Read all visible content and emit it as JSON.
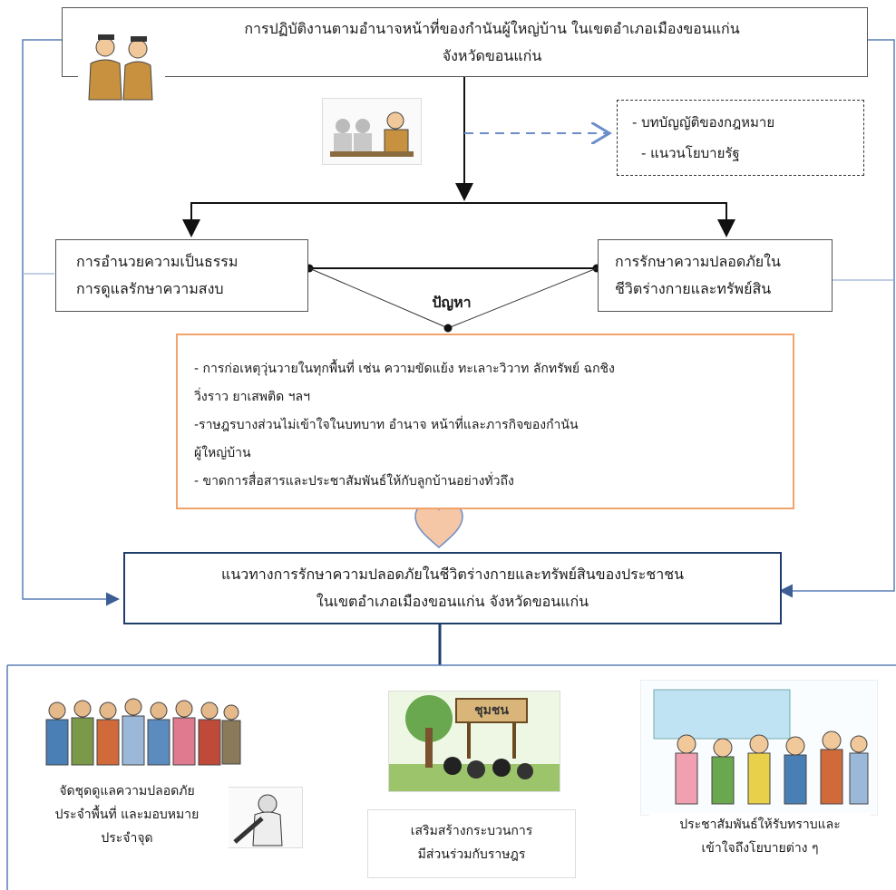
{
  "top_box": {
    "line1": "การปฏิบัติงานตามอำนาจหน้าที่ของกำนันผู้ใหญ่บ้าน ในเขตอำเภอเมืองขอนแก่น",
    "line2": "จังหวัดขอนแก่น"
  },
  "law_box": {
    "item1": "-  บทบัญญัติของกฎหมาย",
    "item2": "-  แนวนโยบายรัฐ"
  },
  "left_box": {
    "line1": "การอำนวยความเป็นธรรม",
    "line2": "การดูแลรักษาความสงบ"
  },
  "right_box": {
    "line1": "การรักษาความปลอดภัยใน",
    "line2": "ชีวิตร่างกายและทรัพย์สิน"
  },
  "problem_label": "ปัญหา",
  "problems_box": {
    "p1a": "- การก่อเหตุวุ่นวายในทุกพื้นที่ เช่น ความขัดแย้ง ทะเลาะวิวาท ลักทรัพย์ ฉกชิง",
    "p1b": "วิ่งราว ยาเสพติด ฯลฯ",
    "p2a": "-ราษฎรบางส่วนไม่เข้าใจในบทบาท อำนาจ หน้าที่และภารกิจของกำนัน",
    "p2b": "ผู้ใหญ่บ้าน",
    "p3": "- ขาดการสื่อสารและประชาสัมพันธ์ให้กับลูกบ้านอย่างทั่วถึง"
  },
  "guide_box": {
    "line1": "แนวทางการรักษาความปลอดภัยในชีวิตร่างกายและทรัพย์สินของประชาชน",
    "line2": "ในเขตอำเภอเมืองขอนแก่น จังหวัดขอนแก่น"
  },
  "community_sign": "ชุมชน",
  "captions": {
    "c1a": "จัดชุดดูแลความปลอดภัย",
    "c1b": "ประจำพื้นที่ และมอบหมาย",
    "c1c": "ประจำจุด",
    "c2a": "เสริมสร้างกระบวนการ",
    "c2b": "มีส่วนร่วมกับราษฎร",
    "c3a": "ประชาสัมพันธ์ให้รับทราบและ",
    "c3b": "เข้าใจถึงโยบายต่าง ๆ"
  },
  "colors": {
    "heart": "#f6c7a6",
    "problem_border": "#f0a36a",
    "guide_border": "#1f3d6b",
    "side_line": "#5b7fb8",
    "dashed": "#6b8ec9"
  }
}
